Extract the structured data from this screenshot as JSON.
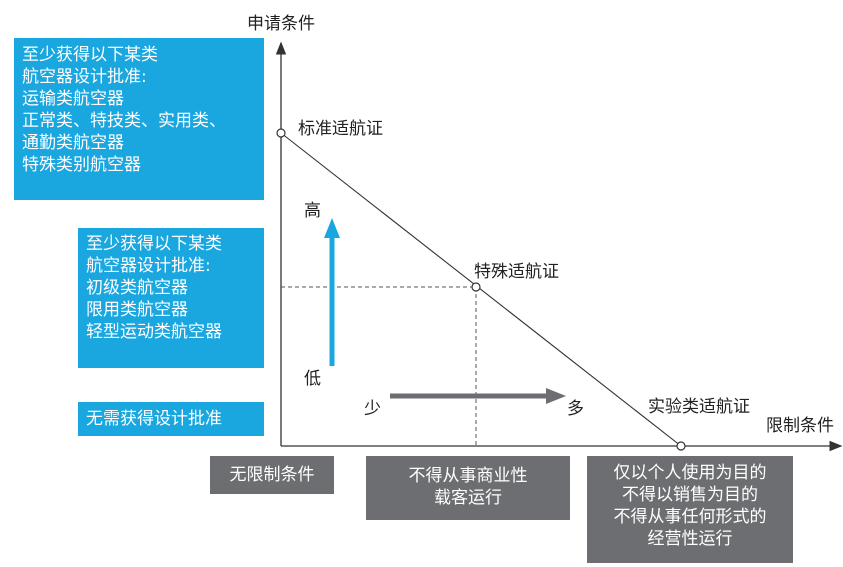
{
  "axes": {
    "y_label": "申请条件",
    "x_label": "限制条件"
  },
  "points": {
    "standard": "标准适航证",
    "special": "特殊适航证",
    "experimental": "实验类适航证"
  },
  "left_boxes": {
    "top": [
      "至少获得以下某类",
      "航空器设计批准:",
      "运输类航空器",
      "正常类、特技类、实用类、",
      "通勤类航空器",
      "特殊类别航空器"
    ],
    "middle": [
      "至少获得以下某类",
      "航空器设计批准:",
      "初级类航空器",
      "限用类航空器",
      "轻型运动类航空器"
    ],
    "bottom": [
      "无需获得设计批准"
    ]
  },
  "arrows": {
    "high": "高",
    "low": "低",
    "few": "少",
    "many": "多"
  },
  "bottom_boxes": {
    "left": [
      "无限制条件"
    ],
    "middle": [
      "不得从事商业性",
      "载客运行"
    ],
    "right": [
      "仅以个人使用为目的",
      "不得以销售为目的",
      "不得从事任何形式的",
      "经营性运行"
    ]
  },
  "colors": {
    "blue_box": "#1aa7e0",
    "gray_box": "#6d6e71",
    "arrow_blue": "#1aa7e0",
    "arrow_gray": "#6d6e71"
  }
}
